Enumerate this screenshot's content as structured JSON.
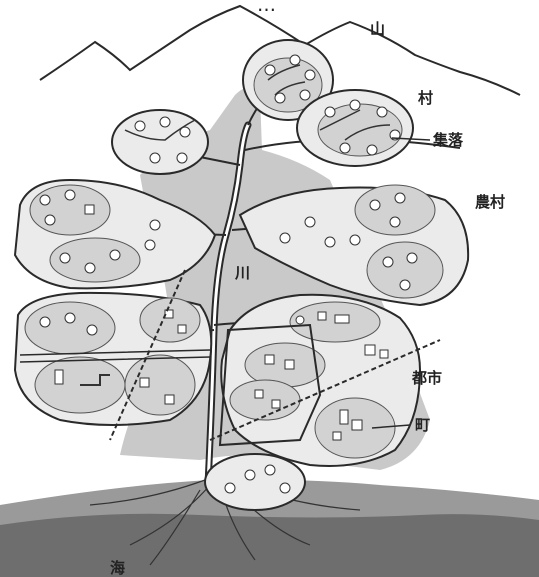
{
  "header_fragment": "…",
  "labels": {
    "mountain": "山",
    "village": "村",
    "settlement": "集落",
    "rural_village": "農村",
    "river": "川",
    "city": "都市",
    "town": "町",
    "sea": "海"
  },
  "colors": {
    "stroke": "#2a2a2a",
    "watershed": "#c9c9c9",
    "blob_fill": "#ebebeb",
    "inner_fill": "#d2d2d2",
    "root_dark": "#777777"
  }
}
